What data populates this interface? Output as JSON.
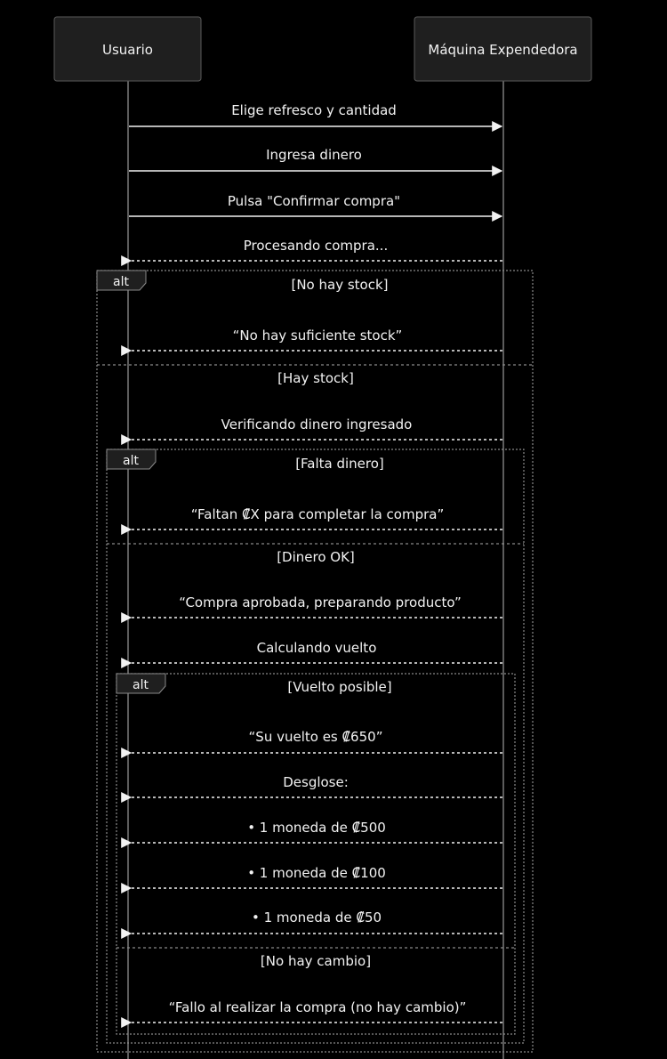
{
  "actors": [
    {
      "id": "usuario",
      "name": "Usuario"
    },
    {
      "id": "maquina",
      "name": "Máquina Expendedora"
    }
  ],
  "messages": [
    {
      "from": "usuario",
      "to": "maquina",
      "style": "solid",
      "text": "Elige refresco y cantidad"
    },
    {
      "from": "usuario",
      "to": "maquina",
      "style": "solid",
      "text": "Ingresa dinero"
    },
    {
      "from": "usuario",
      "to": "maquina",
      "style": "solid",
      "text": "Pulsa \"Confirmar compra\""
    },
    {
      "from": "maquina",
      "to": "usuario",
      "style": "dashed",
      "text": "Procesando compra..."
    },
    {
      "from": "maquina",
      "to": "usuario",
      "style": "dashed",
      "text": "“No hay suficiente stock”"
    },
    {
      "from": "maquina",
      "to": "usuario",
      "style": "dashed",
      "text": "Verificando dinero ingresado"
    },
    {
      "from": "maquina",
      "to": "usuario",
      "style": "dashed",
      "text": "“Faltan ₡X para completar la compra”"
    },
    {
      "from": "maquina",
      "to": "usuario",
      "style": "dashed",
      "text": "“Compra aprobada, preparando producto”"
    },
    {
      "from": "maquina",
      "to": "usuario",
      "style": "dashed",
      "text": "Calculando vuelto"
    },
    {
      "from": "maquina",
      "to": "usuario",
      "style": "dashed",
      "text": "“Su vuelto es ₡650”"
    },
    {
      "from": "maquina",
      "to": "usuario",
      "style": "dashed",
      "text": "Desglose:"
    },
    {
      "from": "maquina",
      "to": "usuario",
      "style": "dashed",
      "text": "• 1 moneda de ₡500"
    },
    {
      "from": "maquina",
      "to": "usuario",
      "style": "dashed",
      "text": "• 1 moneda de ₡100"
    },
    {
      "from": "maquina",
      "to": "usuario",
      "style": "dashed",
      "text": "• 1 moneda de ₡50"
    },
    {
      "from": "maquina",
      "to": "usuario",
      "style": "dashed",
      "text": "“Fallo al realizar la compra (no hay cambio)”"
    }
  ],
  "fragments": [
    {
      "type": "alt",
      "conditions": [
        "[No hay stock]",
        "[Hay stock]"
      ]
    },
    {
      "type": "alt",
      "conditions": [
        "[Falta dinero]",
        "[Dinero OK]"
      ]
    },
    {
      "type": "alt",
      "conditions": [
        "[Vuelto posible]",
        "[No hay cambio]"
      ]
    }
  ],
  "colors": {
    "background": "#000000",
    "actor_fill": "#1f1f1f",
    "actor_stroke": "#5a5a5a",
    "text": "#f2f2f2",
    "lifeline": "#9a9a9a",
    "fragment_border": "#8a8a8a"
  }
}
